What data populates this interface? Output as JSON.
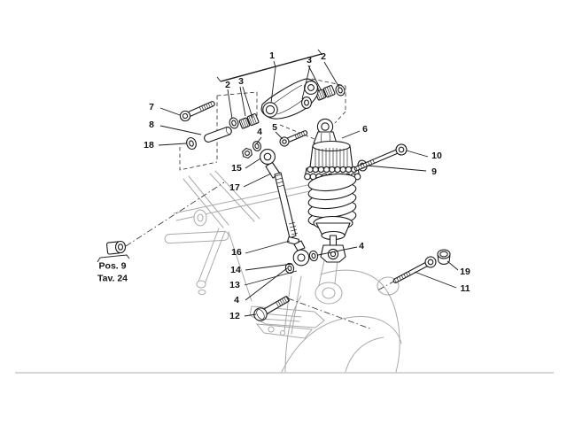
{
  "figure": {
    "background": "#ffffff",
    "ink_color": "#1c1c1c",
    "ghost_color": "#a9a9a9",
    "separator_color": "#c9c9c9"
  },
  "note": {
    "line1": "Pos. 9",
    "line2": "Tav. 24"
  },
  "callouts": [
    {
      "id": "1",
      "text": "1"
    },
    {
      "id": "2-left",
      "text": "2"
    },
    {
      "id": "3-left",
      "text": "3"
    },
    {
      "id": "3-right",
      "text": "3"
    },
    {
      "id": "2-right",
      "text": "2"
    },
    {
      "id": "7",
      "text": "7"
    },
    {
      "id": "8",
      "text": "8"
    },
    {
      "id": "18",
      "text": "18"
    },
    {
      "id": "4-top",
      "text": "4"
    },
    {
      "id": "5",
      "text": "5"
    },
    {
      "id": "15",
      "text": "15"
    },
    {
      "id": "17",
      "text": "17"
    },
    {
      "id": "6",
      "text": "6"
    },
    {
      "id": "10",
      "text": "10"
    },
    {
      "id": "9",
      "text": "9"
    },
    {
      "id": "16",
      "text": "16"
    },
    {
      "id": "14",
      "text": "14"
    },
    {
      "id": "13",
      "text": "13"
    },
    {
      "id": "4-left",
      "text": "4"
    },
    {
      "id": "12",
      "text": "12"
    },
    {
      "id": "4-right",
      "text": "4"
    },
    {
      "id": "19",
      "text": "19"
    },
    {
      "id": "11",
      "text": "11"
    }
  ]
}
